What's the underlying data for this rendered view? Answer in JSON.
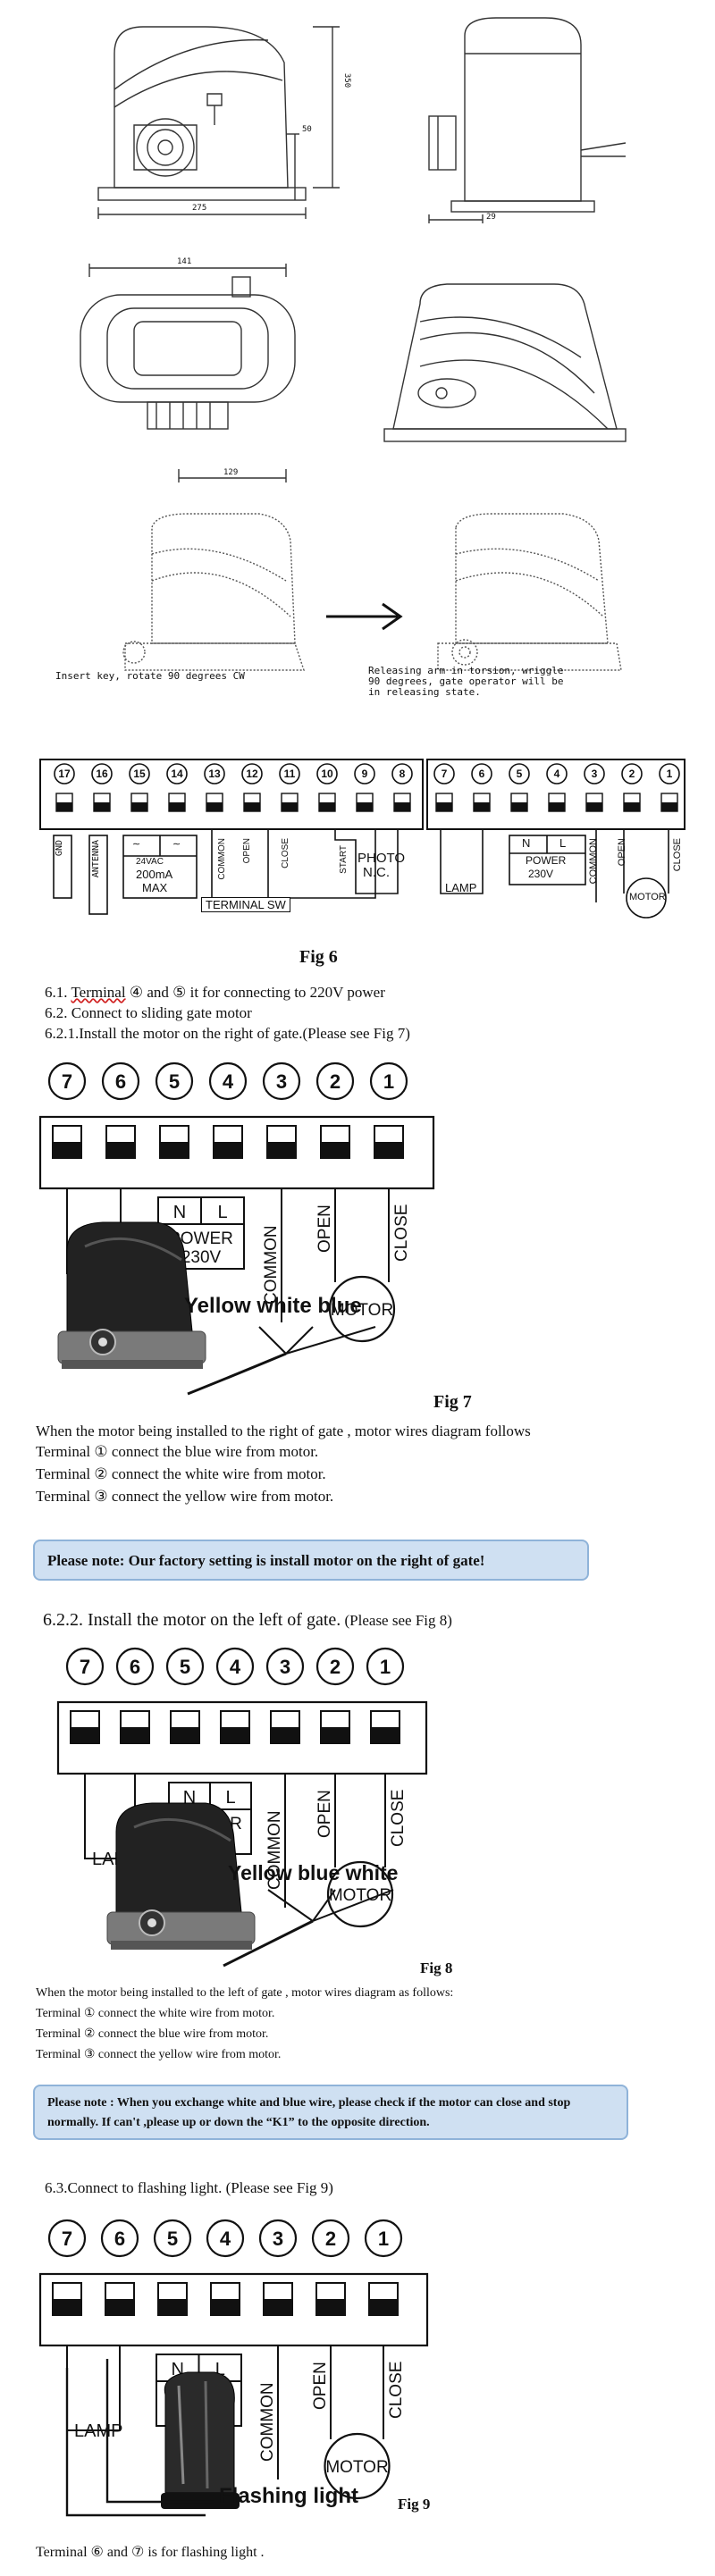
{
  "caption": {
    "dim_350": "350",
    "dim_50": "50",
    "dim_275": "275",
    "dim_29": "29",
    "dim_141": "141",
    "dim_129": "129",
    "insert_key": "Insert key, rotate 90 degrees CW",
    "releasing": [
      "Releasing arm in torsion, wriggle",
      "90 degrees, gate operator will be",
      "in releasing state."
    ]
  },
  "terminal_board": {
    "left_numbers": [
      "17",
      "16",
      "15",
      "14",
      "13",
      "12",
      "11",
      "10",
      "9",
      "8"
    ],
    "right_numbers": [
      "7",
      "6",
      "5",
      "4",
      "3",
      "2",
      "1"
    ],
    "gnd": "GND",
    "antenna": "ANTENNA",
    "vac_label": "24VAC",
    "vac_amp": "200mA",
    "vac_max": "MAX",
    "common": "COMMON",
    "open": "OPEN",
    "close": "CLOSE",
    "terminal_sw": "TERMINAL SW",
    "start": "START",
    "photo": "PHOTO",
    "photo_nc": "N.C.",
    "lamp": "LAMP",
    "n": "N",
    "l": "L",
    "power": "POWER",
    "volt": "230V",
    "motor": "MOTOR"
  },
  "fig6": {
    "label": "Fig 6"
  },
  "section": {
    "line_6_1_pre": "6.1. ",
    "line_6_1_link": "Terminal",
    "line_6_1_post": " ④ and ⑤ it for connecting to 220V power",
    "line_6_2": "6.2. Connect to sliding gate motor",
    "line_6_2_1": "6.2.1.Install the motor on the right of gate.(Please see Fig 7)"
  },
  "fig7": {
    "label": "Fig 7",
    "wires": "Yellow  white blue",
    "desc": "When the motor being installed to the right of gate , motor wires diagram follows",
    "t1": "Terminal  ①  connect the blue wire from motor.",
    "t2": "Terminal  ②  connect the white wire from motor.",
    "t3": "Terminal  ③  connect the yellow wire from motor."
  },
  "note1": "Please note: Our factory setting is install motor on the right of gate!",
  "section_6_2_2": {
    "main": "6.2.2. Install the motor on the left of gate.",
    "ref": " (Please see Fig 8)"
  },
  "fig8": {
    "label": "Fig 8",
    "wires": "Yellow blue  white",
    "desc": "When the motor being installed to the left of gate , motor wires diagram as follows:",
    "t1": "Terminal  ①  connect the white wire from motor.",
    "t2": "Terminal  ②  connect the blue wire from motor.",
    "t3": "Terminal  ③  connect the yellow wire from motor."
  },
  "note2": "Please note : When you exchange white and blue wire, please check if the motor can close and stop normally. If can't ,please up or down the “K1” to the opposite direction.",
  "section_6_3": "6.3.Connect to flashing light. (Please see Fig 9)",
  "fig9": {
    "label": "Fig 9",
    "light": "Flashing light",
    "footer": "Terminal  ⑥  and  ⑦  is for flashing light ."
  }
}
